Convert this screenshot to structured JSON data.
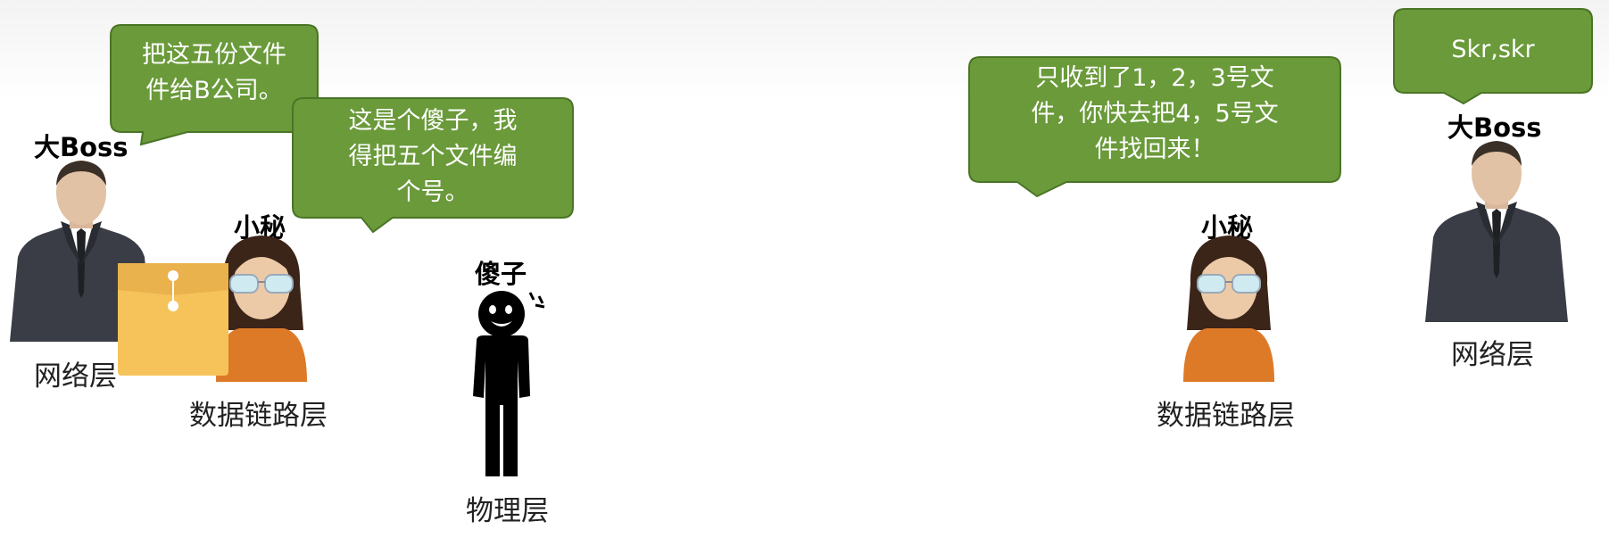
{
  "left_boss": {
    "title": "大Boss",
    "layer": "网络层"
  },
  "left_secretary": {
    "title": "小秘",
    "layer": "数据链路层"
  },
  "fool": {
    "title": "傻子",
    "layer": "物理层"
  },
  "right_secretary": {
    "title": "小秘",
    "layer": "数据链路层"
  },
  "right_boss": {
    "title": "大Boss",
    "layer": "网络层"
  },
  "bubbles": {
    "boss_order": {
      "line1": "把这五份文件",
      "line2": "件给B公司。"
    },
    "secretary_thought": {
      "line1": "这是个傻子，我",
      "line2": "得把五个文件编",
      "line3": "个号。"
    },
    "receiver_reply": {
      "line1": "只收到了1，2，3号文",
      "line2": "件，你快去把4，5号文",
      "line3": "件找回来！"
    },
    "boss_reply": {
      "line1": "Skr,skr"
    }
  },
  "colors": {
    "bubble_fill": "#6a9a3a",
    "bubble_stroke": "#4a7526",
    "envelope": "#f6c35a",
    "secretary_body": "#dd7a28"
  }
}
